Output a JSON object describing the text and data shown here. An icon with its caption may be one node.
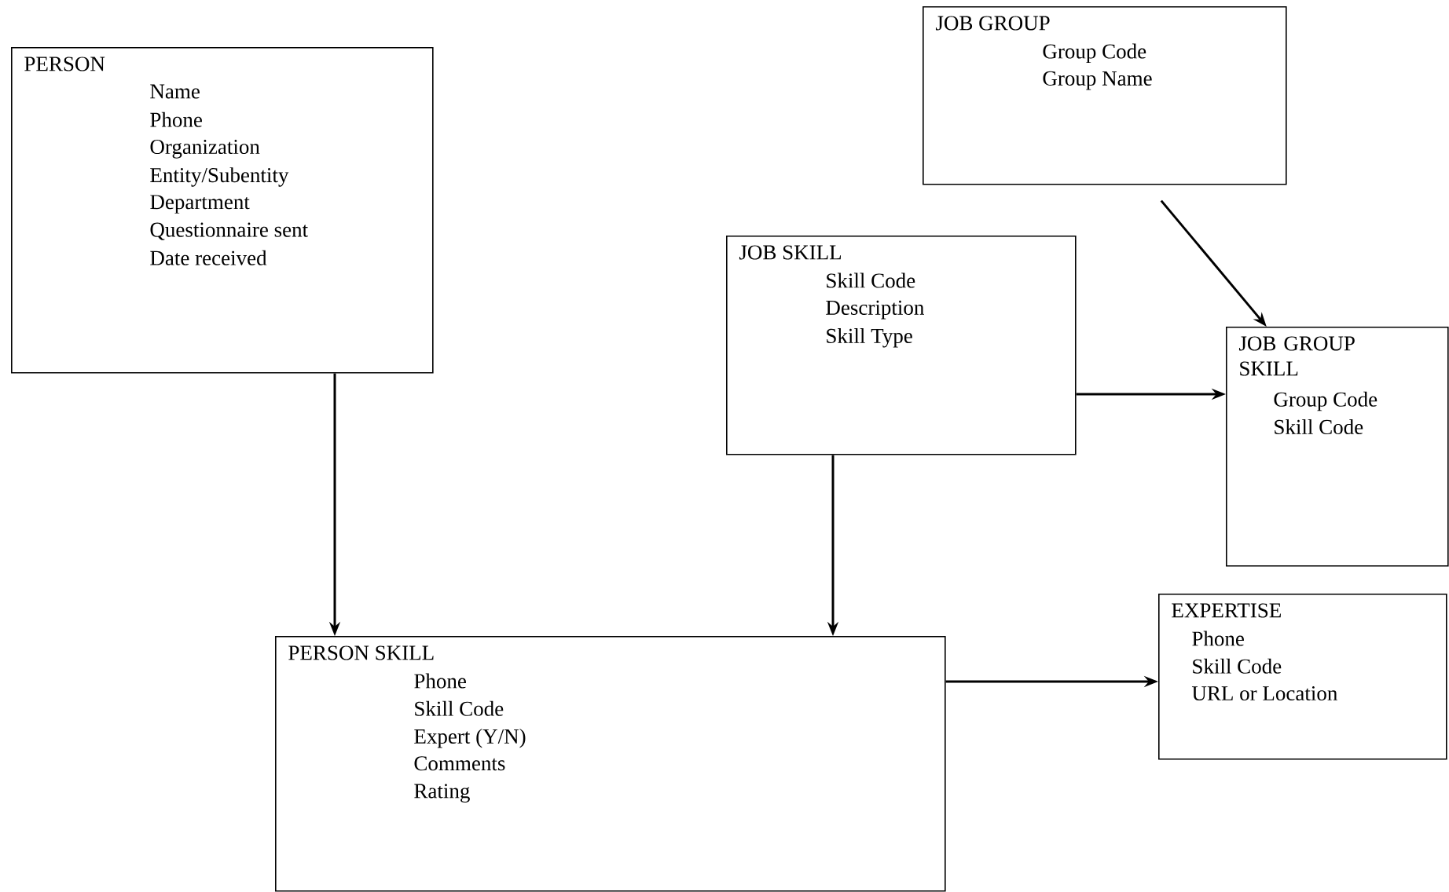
{
  "diagram": {
    "nodes": [
      {
        "text": [
          "PERSON",
          "Name",
          "Phone",
          "Organization",
          "Entity/Subentity",
          "Department",
          "Questionnaire sent",
          "Date received"
        ]
      },
      {
        "text": [
          "JOB GROUP",
          "Group Code",
          "Group Name"
        ]
      },
      {
        "text": [
          "JOB SKILL",
          "Skill Code",
          "Description",
          "Skill Type"
        ]
      },
      {
        "text": [
          "JOB GROUP SKILL",
          "Group Code",
          "Skill Code"
        ]
      },
      {
        "text": [
          "PERSON SKILL",
          "Phone",
          "Skill Code",
          "Expert (Y/N)",
          "Comments",
          "Rating"
        ]
      },
      {
        "text": [
          "EXPERTISE",
          "Phone",
          "Skill Code",
          "URL or Location"
        ]
      }
    ],
    "edges": [
      {
        "from": 0,
        "to": 4,
        "arrow": "to"
      },
      {
        "from": 1,
        "to": 3,
        "arrow": "to"
      },
      {
        "from": 2,
        "to": 3,
        "arrow": "to"
      },
      {
        "from": 2,
        "to": 4,
        "arrow": "to"
      },
      {
        "from": 4,
        "to": 5,
        "arrow": "to"
      }
    ]
  }
}
